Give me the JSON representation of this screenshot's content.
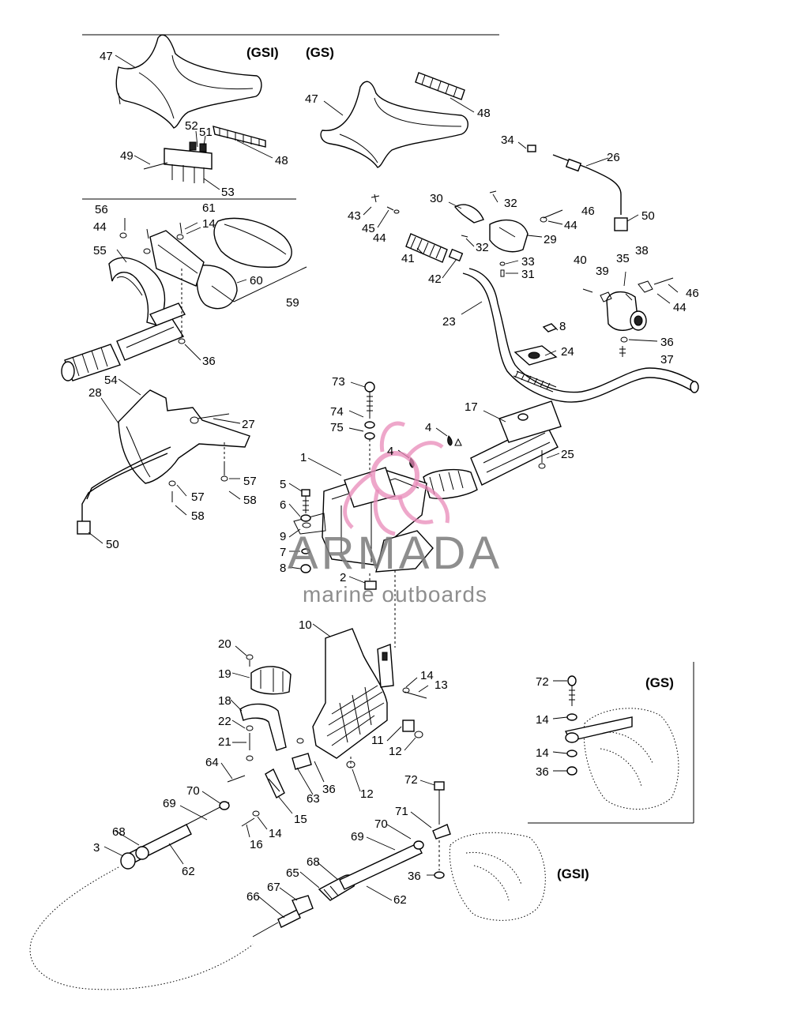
{
  "watermark": {
    "title": "ARMADA",
    "subtitle": "marine outboards",
    "logo_color": "#e88ab8",
    "text_color": "#7a7a7a"
  },
  "variant_labels": [
    {
      "id": "gsi-top",
      "text": "(GSI)"
    },
    {
      "id": "gs-top",
      "text": "(GS)"
    },
    {
      "id": "gs-inset",
      "text": "(GS)"
    },
    {
      "id": "gsi-bottom",
      "text": "(GSI)"
    }
  ],
  "callouts": [
    {
      "id": "c47a",
      "text": "47"
    },
    {
      "id": "c48a",
      "text": "48"
    },
    {
      "id": "c52",
      "text": "52"
    },
    {
      "id": "c51",
      "text": "51"
    },
    {
      "id": "c49",
      "text": "49"
    },
    {
      "id": "c53",
      "text": "53"
    },
    {
      "id": "c47b",
      "text": "47"
    },
    {
      "id": "c48b",
      "text": "48"
    },
    {
      "id": "c34",
      "text": "34"
    },
    {
      "id": "c26",
      "text": "26"
    },
    {
      "id": "c30",
      "text": "30"
    },
    {
      "id": "c32a",
      "text": "32"
    },
    {
      "id": "c46a",
      "text": "46"
    },
    {
      "id": "c50a",
      "text": "50"
    },
    {
      "id": "c43",
      "text": "43"
    },
    {
      "id": "c45",
      "text": "45"
    },
    {
      "id": "c44a",
      "text": "44"
    },
    {
      "id": "c44b",
      "text": "44"
    },
    {
      "id": "c29",
      "text": "29"
    },
    {
      "id": "c32b",
      "text": "32"
    },
    {
      "id": "c41",
      "text": "41"
    },
    {
      "id": "c33",
      "text": "33"
    },
    {
      "id": "c31",
      "text": "31"
    },
    {
      "id": "c42",
      "text": "42"
    },
    {
      "id": "c40",
      "text": "40"
    },
    {
      "id": "c38",
      "text": "38"
    },
    {
      "id": "c35",
      "text": "35"
    },
    {
      "id": "c39",
      "text": "39"
    },
    {
      "id": "c46b",
      "text": "46"
    },
    {
      "id": "c44c",
      "text": "44"
    },
    {
      "id": "c23",
      "text": "23"
    },
    {
      "id": "c8a",
      "text": "8"
    },
    {
      "id": "c36a",
      "text": "36"
    },
    {
      "id": "c37",
      "text": "37"
    },
    {
      "id": "c24",
      "text": "24"
    },
    {
      "id": "c56",
      "text": "56"
    },
    {
      "id": "c61",
      "text": "61"
    },
    {
      "id": "c44d",
      "text": "44"
    },
    {
      "id": "c14a",
      "text": "14"
    },
    {
      "id": "c55",
      "text": "55"
    },
    {
      "id": "c60",
      "text": "60"
    },
    {
      "id": "c59",
      "text": "59"
    },
    {
      "id": "c36b",
      "text": "36"
    },
    {
      "id": "c54",
      "text": "54"
    },
    {
      "id": "c28",
      "text": "28"
    },
    {
      "id": "c27",
      "text": "27"
    },
    {
      "id": "c57a",
      "text": "57"
    },
    {
      "id": "c58a",
      "text": "58"
    },
    {
      "id": "c57b",
      "text": "57"
    },
    {
      "id": "c58b",
      "text": "58"
    },
    {
      "id": "c50b",
      "text": "50"
    },
    {
      "id": "c73",
      "text": "73"
    },
    {
      "id": "c74",
      "text": "74"
    },
    {
      "id": "c75",
      "text": "75"
    },
    {
      "id": "c17",
      "text": "17"
    },
    {
      "id": "c4a",
      "text": "4"
    },
    {
      "id": "c4b",
      "text": "4"
    },
    {
      "id": "c1",
      "text": "1"
    },
    {
      "id": "c25",
      "text": "25"
    },
    {
      "id": "c5",
      "text": "5"
    },
    {
      "id": "c6",
      "text": "6"
    },
    {
      "id": "c9",
      "text": "9"
    },
    {
      "id": "c7",
      "text": "7"
    },
    {
      "id": "c8b",
      "text": "8"
    },
    {
      "id": "c2",
      "text": "2"
    },
    {
      "id": "c10",
      "text": "10"
    },
    {
      "id": "c20",
      "text": "20"
    },
    {
      "id": "c19",
      "text": "19"
    },
    {
      "id": "c14b",
      "text": "14"
    },
    {
      "id": "c13",
      "text": "13"
    },
    {
      "id": "c18",
      "text": "18"
    },
    {
      "id": "c22",
      "text": "22"
    },
    {
      "id": "c11",
      "text": "11"
    },
    {
      "id": "c12a",
      "text": "12"
    },
    {
      "id": "c21",
      "text": "21"
    },
    {
      "id": "c64",
      "text": "64"
    },
    {
      "id": "c36c",
      "text": "36"
    },
    {
      "id": "c12b",
      "text": "12"
    },
    {
      "id": "c63",
      "text": "63"
    },
    {
      "id": "c70a",
      "text": "70"
    },
    {
      "id": "c15",
      "text": "15"
    },
    {
      "id": "c69a",
      "text": "69"
    },
    {
      "id": "c14c",
      "text": "14"
    },
    {
      "id": "c16",
      "text": "16"
    },
    {
      "id": "c68a",
      "text": "68"
    },
    {
      "id": "c3",
      "text": "3"
    },
    {
      "id": "c62a",
      "text": "62"
    },
    {
      "id": "c72a",
      "text": "72"
    },
    {
      "id": "c71",
      "text": "71"
    },
    {
      "id": "c70b",
      "text": "70"
    },
    {
      "id": "c69b",
      "text": "69"
    },
    {
      "id": "c68b",
      "text": "68"
    },
    {
      "id": "c36d",
      "text": "36"
    },
    {
      "id": "c65",
      "text": "65"
    },
    {
      "id": "c67",
      "text": "67"
    },
    {
      "id": "c66",
      "text": "66"
    },
    {
      "id": "c62b",
      "text": "62"
    },
    {
      "id": "c72b",
      "text": "72"
    },
    {
      "id": "c14d",
      "text": "14"
    },
    {
      "id": "c14e",
      "text": "14"
    },
    {
      "id": "c36e",
      "text": "36"
    }
  ]
}
